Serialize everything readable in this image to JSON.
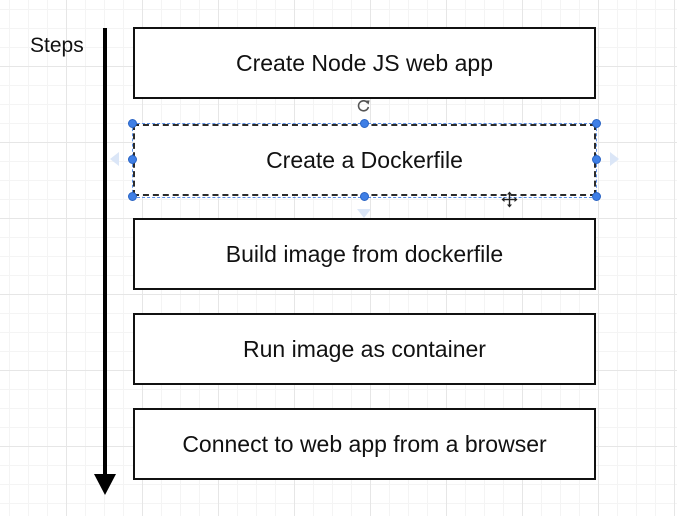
{
  "diagram": {
    "axis_label": "Steps",
    "steps": [
      {
        "label": "Create Node JS web app"
      },
      {
        "label": "Create a Dockerfile",
        "selected": true
      },
      {
        "label": "Build image from dockerfile"
      },
      {
        "label": "Run image as container"
      },
      {
        "label": "Connect to web app from a browser"
      }
    ]
  },
  "colors": {
    "selection_handle": "#3f7fe6",
    "stroke": "#111111",
    "hint_arrow": "#dbe6f7"
  },
  "icons": {
    "rotate": "rotate-icon",
    "move": "move-cursor-icon"
  }
}
